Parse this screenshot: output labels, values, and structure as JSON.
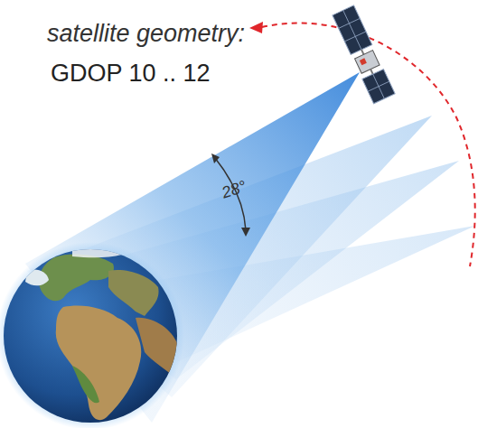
{
  "diagram": {
    "labels": [
      "satellite geometry:",
      "GDOP 10 .. 12",
      "28°"
    ]
  }
}
